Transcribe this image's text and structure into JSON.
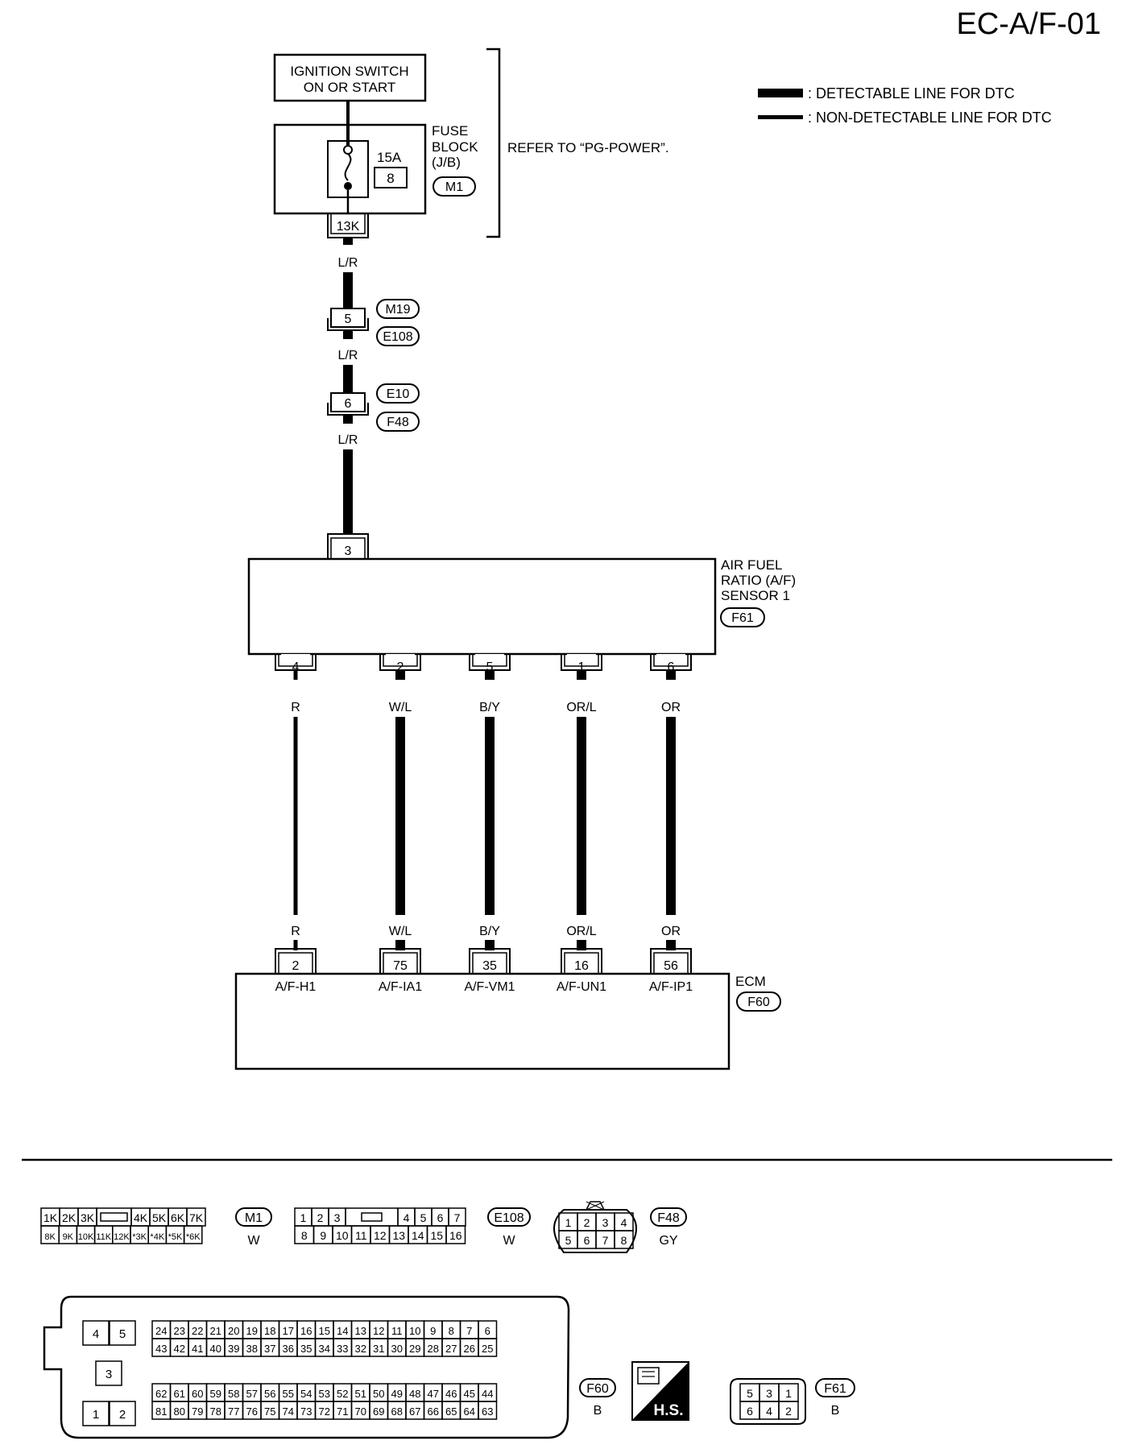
{
  "page": {
    "code": "EC-A/F-01"
  },
  "legend": {
    "detectable": ": DETECTABLE LINE FOR DTC",
    "non_detectable": ": NON-DETECTABLE LINE FOR DTC"
  },
  "ignition": {
    "line1": "IGNITION SWITCH",
    "line2": "ON OR START"
  },
  "fuse_block": {
    "line1": "FUSE",
    "line2": "BLOCK",
    "line3": "(J/B)",
    "amp": "15A",
    "fuse_no": "8",
    "connector": "M1",
    "terminal": "13K"
  },
  "refer": "REFER TO “PG-POWER”.",
  "power_chain": {
    "wire1": "L/R",
    "j1": {
      "terminal": "5",
      "conn_a": "M19",
      "conn_b": "E108"
    },
    "wire2": "L/R",
    "j2": {
      "terminal": "6",
      "conn_a": "E10",
      "conn_b": "F48"
    },
    "wire3": "L/R"
  },
  "sensor": {
    "line1": "AIR FUEL",
    "line2": "RATIO (A/F)",
    "line3": "SENSOR 1",
    "connector": "F61",
    "top_terminal": "3",
    "pins": [
      {
        "terminal": "4",
        "wire": "R"
      },
      {
        "terminal": "2",
        "wire": "W/L"
      },
      {
        "terminal": "5",
        "wire": "B/Y"
      },
      {
        "terminal": "1",
        "wire": "OR/L"
      },
      {
        "terminal": "6",
        "wire": "OR"
      }
    ]
  },
  "ecm": {
    "label": "ECM",
    "connector": "F60",
    "pins": [
      {
        "terminal": "2",
        "wire": "R",
        "signal": "A/F-H1"
      },
      {
        "terminal": "75",
        "wire": "W/L",
        "signal": "A/F-IA1"
      },
      {
        "terminal": "35",
        "wire": "B/Y",
        "signal": "A/F-VM1"
      },
      {
        "terminal": "16",
        "wire": "OR/L",
        "signal": "A/F-UN1"
      },
      {
        "terminal": "56",
        "wire": "OR",
        "signal": "A/F-IP1"
      }
    ]
  },
  "connector_views": {
    "m1": {
      "id": "M1",
      "color": "W",
      "top": [
        "1K",
        "2K",
        "3K",
        "",
        "4K",
        "5K",
        "6K",
        "7K"
      ],
      "bottom": [
        "8K",
        "9K",
        "10K",
        "11K",
        "12K",
        "*3K",
        "*4K",
        "*5K",
        "*6K"
      ]
    },
    "e108": {
      "id": "E108",
      "color": "W",
      "top": [
        "1",
        "2",
        "3",
        "",
        "4",
        "5",
        "6",
        "7"
      ],
      "bottom": [
        "8",
        "9",
        "10",
        "11",
        "12",
        "13",
        "14",
        "15",
        "16"
      ]
    },
    "f48": {
      "id": "F48",
      "color": "GY",
      "top": [
        "1",
        "2",
        "3",
        "4"
      ],
      "bottom": [
        "5",
        "6",
        "7",
        "8"
      ]
    },
    "f60": {
      "id": "F60",
      "color": "B",
      "left": [
        "4",
        "5",
        "3",
        "1",
        "2"
      ],
      "row1": [
        "24",
        "23",
        "22",
        "21",
        "20",
        "19",
        "18",
        "17",
        "16",
        "15",
        "14",
        "13",
        "12",
        "11",
        "10",
        "9",
        "8",
        "7",
        "6"
      ],
      "row2": [
        "43",
        "42",
        "41",
        "40",
        "39",
        "38",
        "37",
        "36",
        "35",
        "34",
        "33",
        "32",
        "31",
        "30",
        "29",
        "28",
        "27",
        "26",
        "25"
      ],
      "row3": [
        "62",
        "61",
        "60",
        "59",
        "58",
        "57",
        "56",
        "55",
        "54",
        "53",
        "52",
        "51",
        "50",
        "49",
        "48",
        "47",
        "46",
        "45",
        "44"
      ],
      "row4": [
        "81",
        "80",
        "79",
        "78",
        "77",
        "76",
        "75",
        "74",
        "73",
        "72",
        "71",
        "70",
        "69",
        "68",
        "67",
        "66",
        "65",
        "64",
        "63"
      ]
    },
    "hs": "H.S.",
    "f61": {
      "id": "F61",
      "color": "B",
      "top": [
        "5",
        "3",
        "1"
      ],
      "bottom": [
        "6",
        "4",
        "2"
      ]
    }
  }
}
